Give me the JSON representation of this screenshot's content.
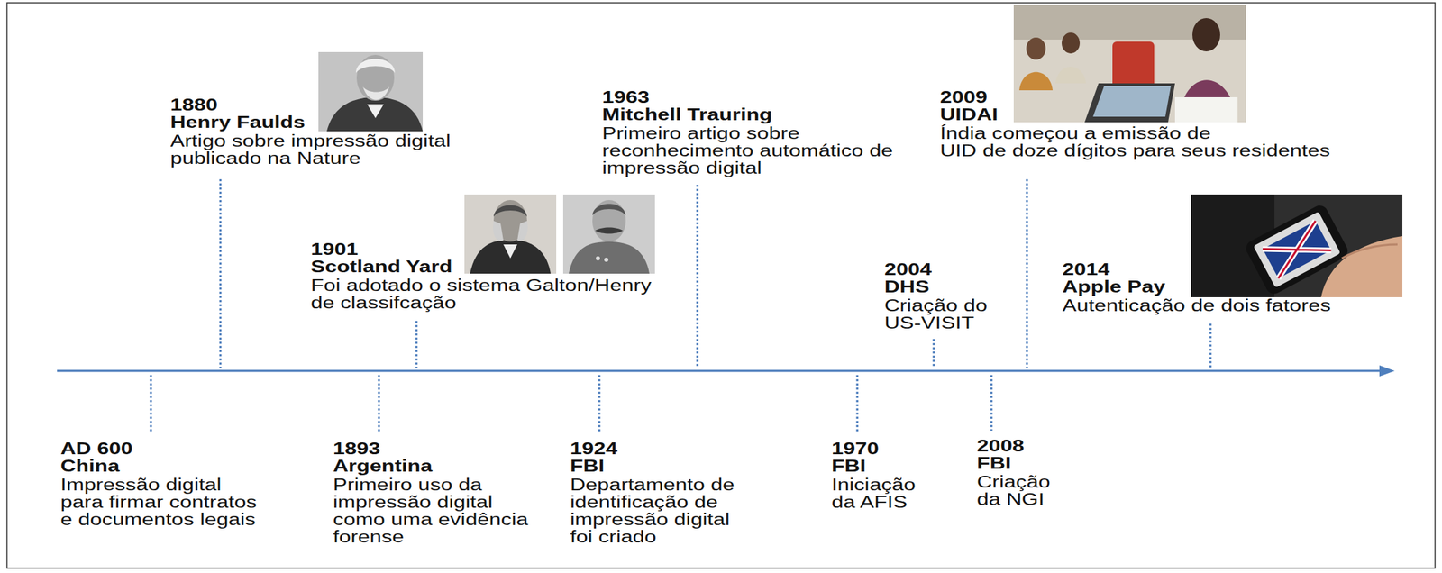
{
  "diagram": {
    "labels": [
      "AD 600",
      "China",
      "Impressão digital para firmar contratos e documentos legais",
      "1880",
      "Henry Faulds",
      "Artigo sobre impressão digital publicado na Nature",
      "1893",
      "Argentina",
      "Primeiro uso da impressão digital como uma evidência forense",
      "1901",
      "Scotland Yard",
      "Foi adotado o sistema Galton/Henry de classifcação",
      "1924",
      "FBI",
      "Departamento de identificação de impressão digital foi criado",
      "1963",
      "Mitchell Trauring",
      "Primeiro artigo sobre reconhecimento automático de impressão digital",
      "1970",
      "FBI",
      "Iniciação da AFIS",
      "2004",
      "DHS",
      "Criação do US-VISIT",
      "2008",
      "FBI",
      "Criação da NGI",
      "2009",
      "UIDAI",
      "Índia começou a emissão de UID de doze dígitos para seus residentes",
      "2014",
      "Apple Pay",
      "Autenticação de dois fatores"
    ]
  }
}
